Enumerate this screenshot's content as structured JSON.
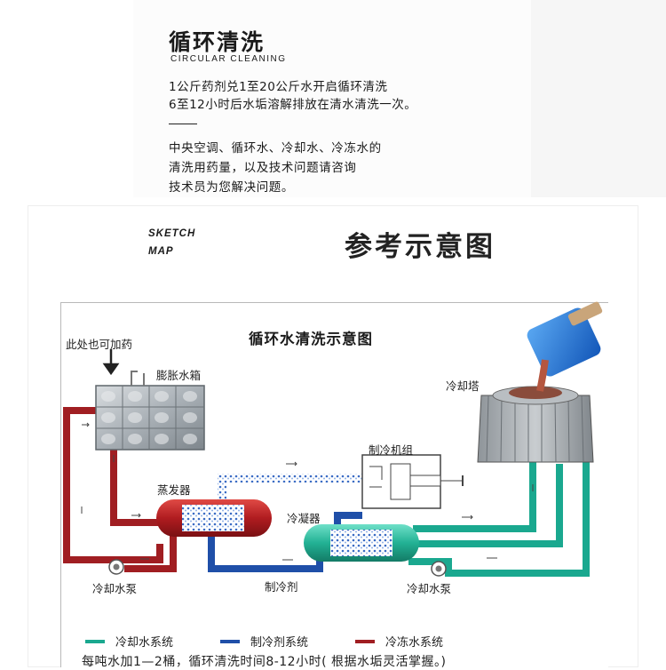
{
  "header": {
    "title": "循环清洗",
    "subtitle": "CIRCULAR CLEANING",
    "intro_lines": [
      "1公斤药剂兑1至20公斤水开启循环清洗",
      "6至12小时后水垢溶解排放在清水清洗一次。"
    ],
    "note_lines": [
      "中央空调、循环水、冷却水、冷冻水的",
      "清洗用药量，以及技术问题请咨询",
      "技术员为您解决问题。"
    ]
  },
  "section": {
    "sketch_line1": "SKETCH",
    "sketch_line2": "MAP",
    "title": "参考示意图"
  },
  "diagram": {
    "title": "循环水清洗示意图",
    "labels": {
      "add_here": "此处也可加药",
      "expansion_tank": "膨胀水箱",
      "cooling_tower": "冷却塔",
      "chiller_unit": "制冷机组",
      "evaporator": "蒸发器",
      "condenser": "冷凝器",
      "pump_left": "冷却水泵",
      "pump_right": "冷却水泵",
      "refrigerant": "制冷剂"
    },
    "legend": [
      {
        "label": "冷却水系统",
        "color": "#1aa88f"
      },
      {
        "label": "制冷剂系统",
        "color": "#1f4fa8"
      },
      {
        "label": "冷冻水系统",
        "color": "#a01e22"
      }
    ],
    "footer": "每吨水加1—2桶，循环清洗时间8-12小时( 根据水垢灵活掌握。)"
  },
  "colors": {
    "cooling": "#1aa88f",
    "refrigerant": "#1f4fa8",
    "chilled": "#a01e22"
  }
}
